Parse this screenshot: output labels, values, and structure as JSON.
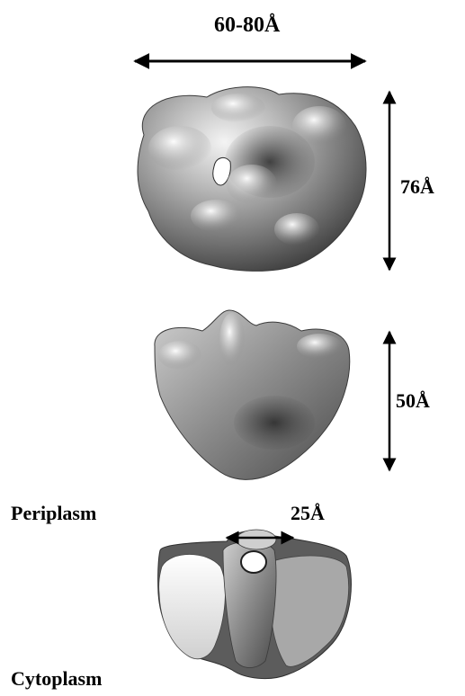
{
  "labels": {
    "width": "60-80Å",
    "height_top": "76Å",
    "height_side": "50Å",
    "pore": "25Å",
    "periplasm": "Periplasm",
    "cytoplasm": "Cytoplasm"
  },
  "colors": {
    "surface_light": "#f2f2f2",
    "surface_mid": "#9a9a9a",
    "surface_dark": "#3c3c3c",
    "cut_face": "#a8a8a8",
    "arrow": "#000000",
    "text": "#000000"
  }
}
